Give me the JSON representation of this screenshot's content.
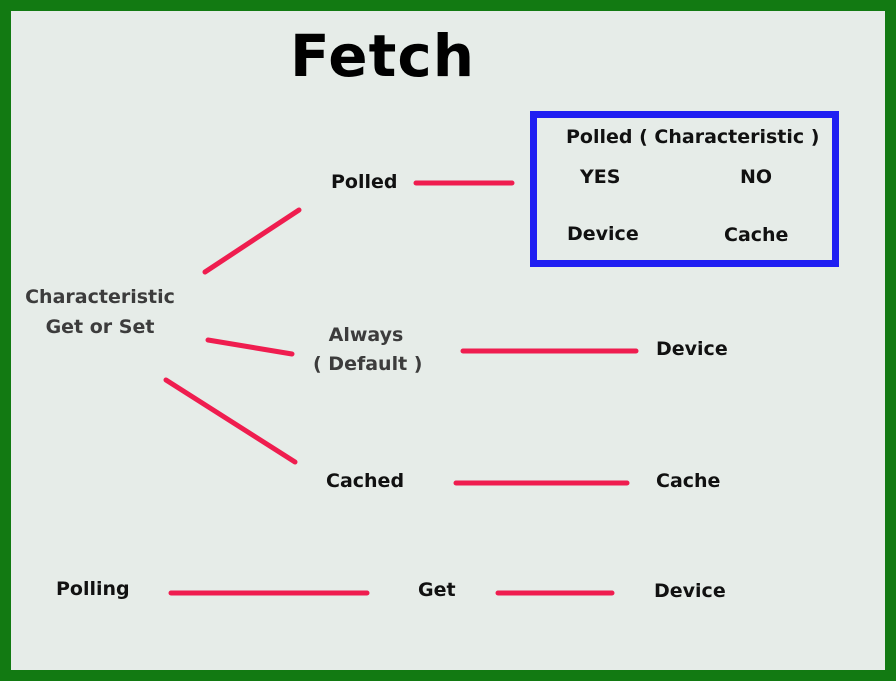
{
  "title": "Fetch",
  "root": {
    "line1": "Characteristic",
    "line2": "Get or Set"
  },
  "branches": {
    "polled": "Polled",
    "always_line1": "Always",
    "always_line2": "( Default )",
    "cached": "Cached"
  },
  "polled_box": {
    "heading": "Polled ( Characteristic )",
    "yes": "YES",
    "no": "NO",
    "yes_target": "Device",
    "no_target": "Cache"
  },
  "targets": {
    "always": "Device",
    "cached": "Cache"
  },
  "polling_row": {
    "start": "Polling",
    "middle": "Get",
    "end": "Device"
  },
  "colors": {
    "border": "#127a12",
    "background": "#e6ece8",
    "connector": "#ef1d4f",
    "box_border": "#1f1ff2"
  }
}
